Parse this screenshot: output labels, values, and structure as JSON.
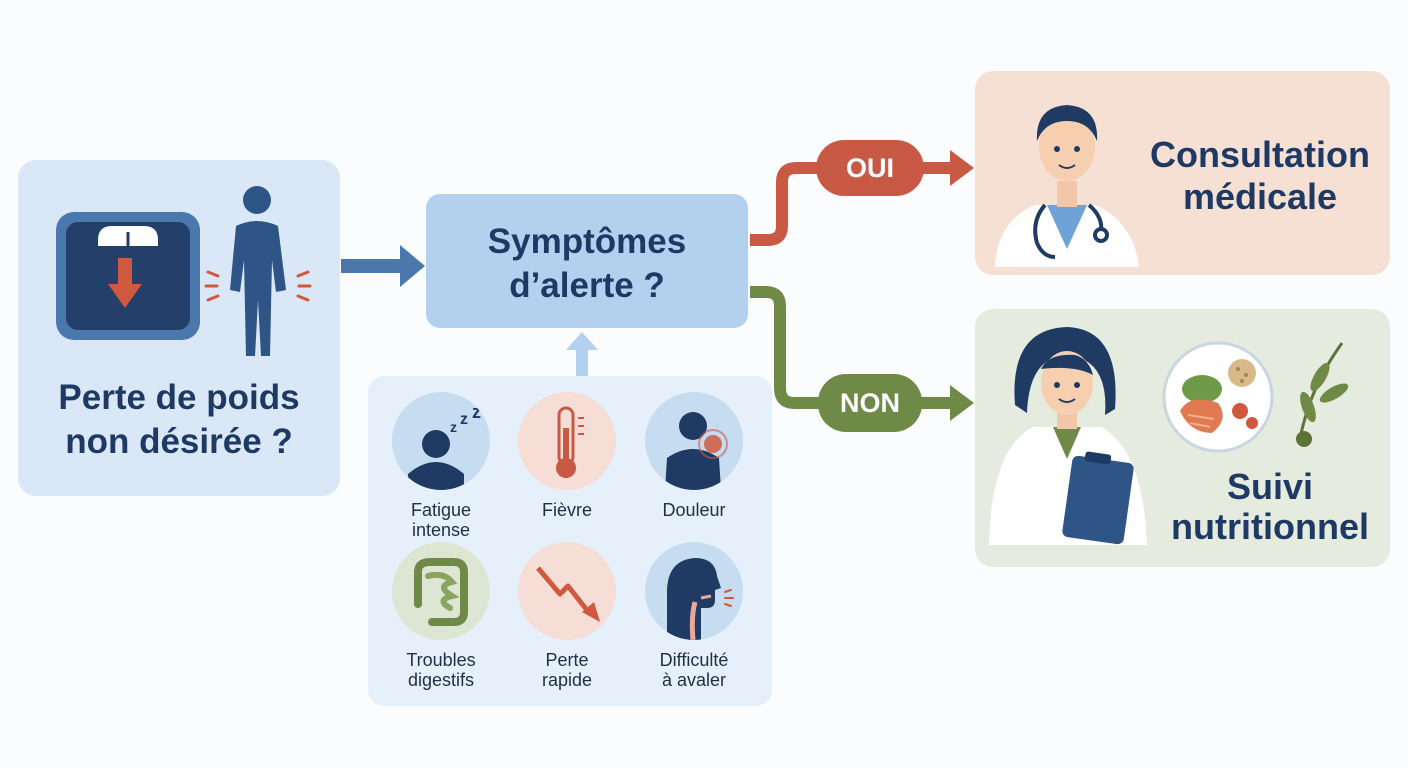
{
  "start": {
    "title_line1": "Perte de poids",
    "title_line2": "non désirée ?"
  },
  "decision": {
    "title_line1": "Symptômes",
    "title_line2": "d’alerte ?"
  },
  "branches": {
    "yes": "OUI",
    "no": "NON"
  },
  "outcomes": {
    "consult": {
      "line1": "Consultation",
      "line2": "médicale"
    },
    "nutrition": {
      "line1": "Suivi",
      "line2": "nutritionnel"
    }
  },
  "symptoms": [
    {
      "line1": "Fatigue",
      "line2": "intense",
      "icon": "sleep-icon"
    },
    {
      "line1": "Fièvre",
      "line2": "",
      "icon": "thermometer-icon"
    },
    {
      "line1": "Douleur",
      "line2": "",
      "icon": "pain-icon"
    },
    {
      "line1": "Troubles",
      "line2": "digestifs",
      "icon": "intestine-icon"
    },
    {
      "line1": "Perte",
      "line2": "rapide",
      "icon": "decline-arrow-icon"
    },
    {
      "line1": "Difficulté",
      "line2": "à avaler",
      "icon": "throat-icon"
    }
  ],
  "colors": {
    "navy": "#1e3a64",
    "yes": "#c85a45",
    "no": "#6f8a46",
    "arrow_blue": "#4a78ad"
  }
}
